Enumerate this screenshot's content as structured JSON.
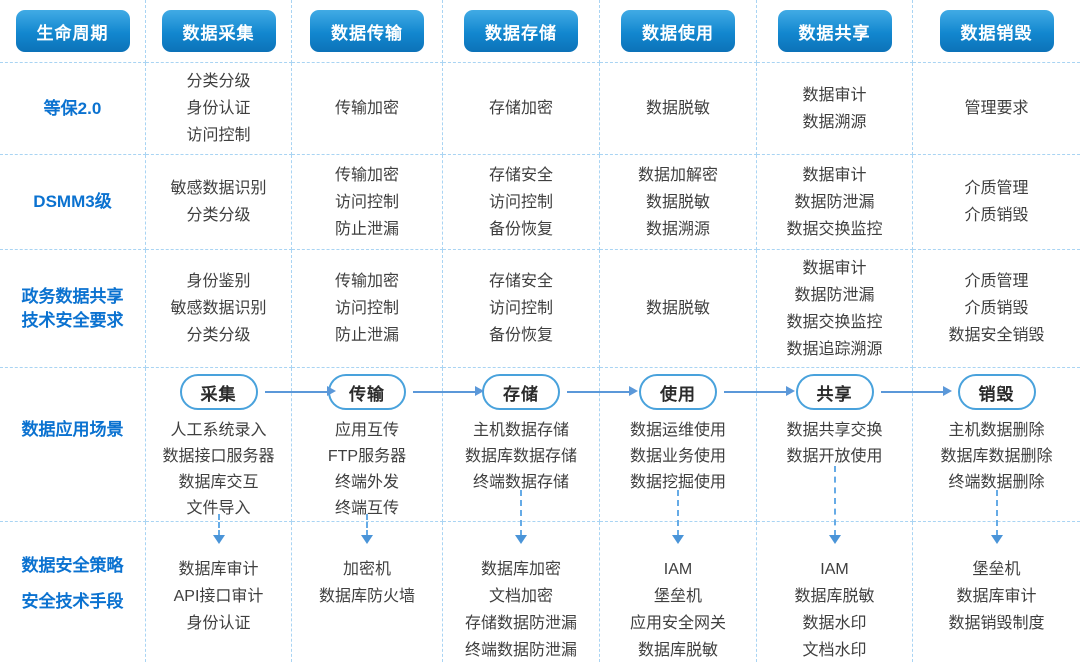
{
  "palette": {
    "header_gradient_top": "#41abe5",
    "header_gradient_bottom": "#0c72b8",
    "row_label_blue": "#0b72d0",
    "grid_line": "#a9d4f3",
    "arrow_blue": "#5b98d9",
    "cell_text": "#3f3f3f"
  },
  "icons": {
    "flow_arrow": "right-arrow",
    "drop_arrow": "down-dashed-arrow"
  },
  "header": {
    "columns": [
      "生命周期",
      "数据采集",
      "数据传输",
      "数据存储",
      "数据使用",
      "数据共享",
      "数据销毁"
    ]
  },
  "matrix": {
    "rows": [
      {
        "label_lines": [
          "等保2.0"
        ],
        "cells": [
          [
            "分类分级",
            "身份认证",
            "访问控制"
          ],
          [
            "传输加密"
          ],
          [
            "存储加密"
          ],
          [
            "数据脱敏"
          ],
          [
            "数据审计",
            "数据溯源"
          ],
          [
            "管理要求"
          ]
        ]
      },
      {
        "label_lines": [
          "DSMM3级"
        ],
        "cells": [
          [
            "敏感数据识别",
            "分类分级"
          ],
          [
            "传输加密",
            "访问控制",
            "防止泄漏"
          ],
          [
            "存储安全",
            "访问控制",
            "备份恢复"
          ],
          [
            "数据加解密",
            "数据脱敏",
            "数据溯源"
          ],
          [
            "数据审计",
            "数据防泄漏",
            "数据交换监控"
          ],
          [
            "介质管理",
            "介质销毁"
          ]
        ]
      },
      {
        "label_lines": [
          "政务数据共享",
          "技术安全要求"
        ],
        "cells": [
          [
            "身份鉴别",
            "敏感数据识别",
            "分类分级"
          ],
          [
            "传输加密",
            "访问控制",
            "防止泄漏"
          ],
          [
            "存储安全",
            "访问控制",
            "备份恢复"
          ],
          [
            "数据脱敏"
          ],
          [
            "数据审计",
            "数据防泄漏",
            "数据交换监控",
            "数据追踪溯源"
          ],
          [
            "介质管理",
            "介质销毁",
            "数据安全销毁"
          ]
        ]
      }
    ]
  },
  "scenarios": {
    "label_lines": [
      "数据应用场景"
    ],
    "flow": [
      {
        "badge": "采集",
        "items": [
          "人工系统录入",
          "数据接口服务器",
          "数据库交互",
          "文件导入"
        ]
      },
      {
        "badge": "传输",
        "items": [
          "应用互传",
          "FTP服务器",
          "终端外发",
          "终端互传"
        ]
      },
      {
        "badge": "存储",
        "items": [
          "主机数据存储",
          "数据库数据存储",
          "终端数据存储"
        ]
      },
      {
        "badge": "使用",
        "items": [
          "数据运维使用",
          "数据业务使用",
          "数据挖掘使用"
        ]
      },
      {
        "badge": "共享",
        "items": [
          "数据共享交换",
          "数据开放使用"
        ]
      },
      {
        "badge": "销毁",
        "items": [
          "主机数据删除",
          "数据库数据删除",
          "终端数据删除"
        ]
      }
    ]
  },
  "security": {
    "label_lines": [
      "数据安全策略",
      "安全技术手段"
    ],
    "cells": [
      [
        "数据库审计",
        "API接口审计",
        "身份认证"
      ],
      [
        "加密机",
        "数据库防火墙"
      ],
      [
        "数据库加密",
        "文档加密",
        "存储数据防泄漏",
        "终端数据防泄漏"
      ],
      [
        "IAM",
        "堡垒机",
        "应用安全网关",
        "数据库脱敏"
      ],
      [
        "IAM",
        "数据库脱敏",
        "数据水印",
        "文档水印"
      ],
      [
        "堡垒机",
        "数据库审计",
        "数据销毁制度"
      ]
    ]
  }
}
